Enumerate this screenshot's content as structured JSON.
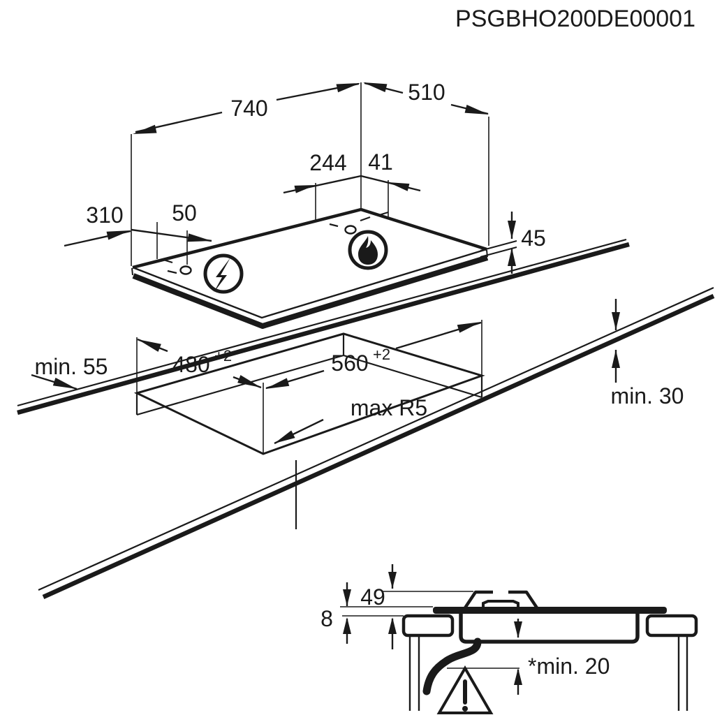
{
  "title": "PSGBHO200DE00001",
  "top_view": {
    "description": "isometric-hob-view",
    "dims": {
      "width": "740",
      "depth": "510",
      "gas_x": "244",
      "gas_y": "41",
      "elec_x": "310",
      "elec_y": "50",
      "height": "45"
    },
    "icons": {
      "gas": "flame-icon",
      "power": "lightning-icon"
    }
  },
  "cutout_view": {
    "description": "worktop-cutout-view",
    "dims": {
      "edge_clearance": "min. 55",
      "depth": "480",
      "depth_tol": "+2",
      "width": "560",
      "width_tol": "+2",
      "corner_radius": "max R5",
      "worktop_thickness": "min. 30"
    }
  },
  "section_view": {
    "description": "installation-section-view",
    "dims": {
      "burner_height": "49",
      "glass_thickness": "8",
      "clearance_below": "*min. 20"
    },
    "icons": {
      "warning": "warning-triangle-icon"
    }
  }
}
